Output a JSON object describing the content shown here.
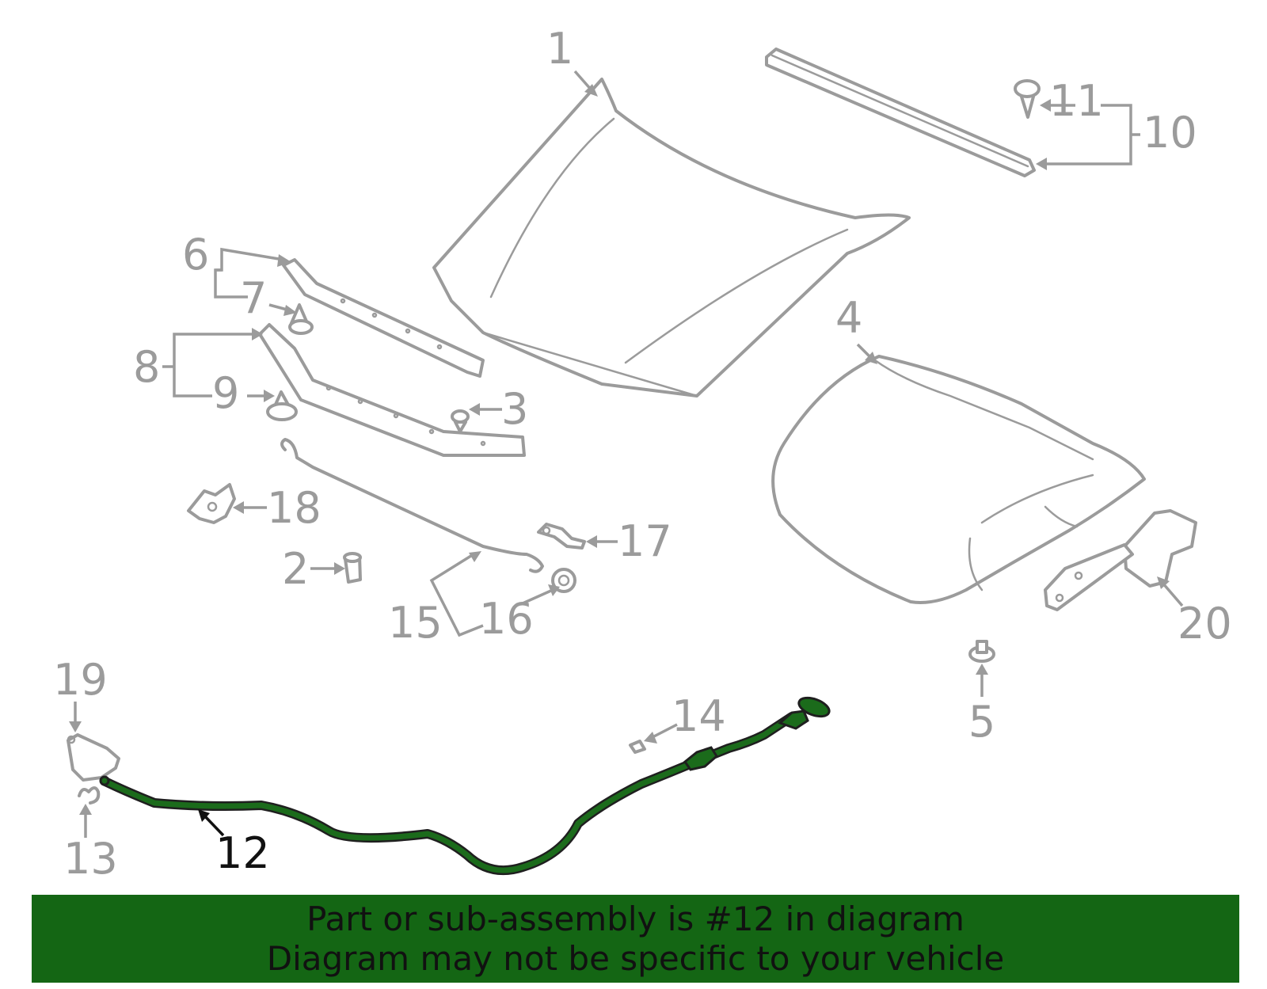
{
  "callouts": {
    "n1": "1",
    "n2": "2",
    "n3": "3",
    "n4": "4",
    "n5": "5",
    "n6": "6",
    "n7": "7",
    "n8": "8",
    "n9": "9",
    "n10": "10",
    "n11": "11",
    "n12": "12",
    "n13": "13",
    "n14": "14",
    "n15": "15",
    "n16": "16",
    "n17": "17",
    "n18": "18",
    "n19": "19",
    "n20": "20"
  },
  "highlighted_part": "12",
  "colors": {
    "highlight": "#1b6b1b",
    "banner": "#146614",
    "part_lines": "#9b9b9b",
    "highlight_label": "#111111"
  },
  "banner": {
    "line1": "Part or sub-assembly is #12 in diagram",
    "line2": "Diagram may not be specific to your vehicle"
  }
}
